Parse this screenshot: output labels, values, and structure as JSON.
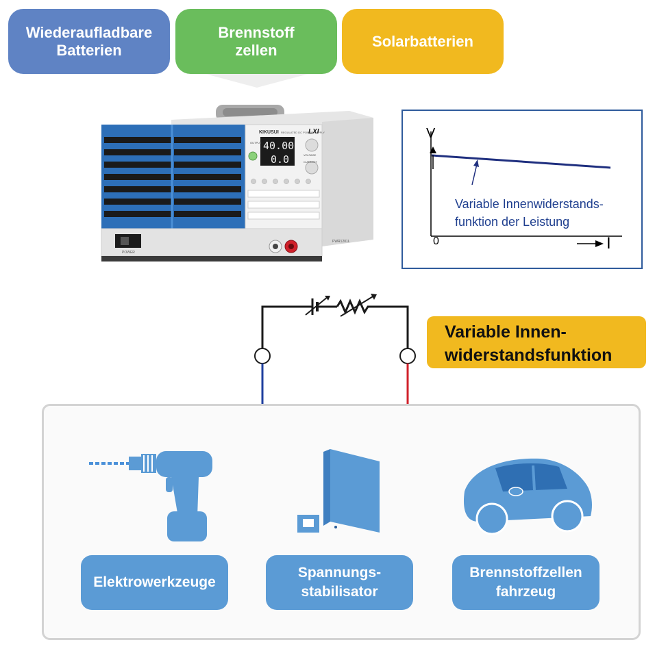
{
  "tabs": {
    "t1": "Wiederaufladbare\nBatterien",
    "t2": "Brennstoff\nzellen",
    "t3": "Solarbatterien"
  },
  "device": {
    "brand": "KIKUSUI",
    "subtitle": "REGULATED DC POWER SUPPLY",
    "lxi": "LXI",
    "voltage_readout": "40.00",
    "current_readout": "0.0",
    "voltage_label": "VOLTAGE",
    "current_label": "CURRENT",
    "output_label": "OUTPUT",
    "model": "PWR1201L",
    "power_label": "POWER",
    "minus": "−",
    "plus": "+"
  },
  "plot": {
    "y_axis": "V",
    "x_axis": "I",
    "origin": "0",
    "annotation": "Variable Innenwiderstands-\nfunktion der Leistung"
  },
  "callout": "Variable Innen-\nwiderstandsfunktion",
  "applications": {
    "a1": "Elektrowerkzeuge",
    "a2": "Spannungs-\nstabilisator",
    "a3": "Brennstoffzellen\nfahrzeug"
  },
  "colors": {
    "tab_blue": "#5f83c4",
    "tab_green": "#6abd5c",
    "tab_yellow": "#f1b91f",
    "app_blue": "#5b9bd5",
    "wire_blue": "#1f3f9f",
    "wire_red": "#d0202a"
  }
}
